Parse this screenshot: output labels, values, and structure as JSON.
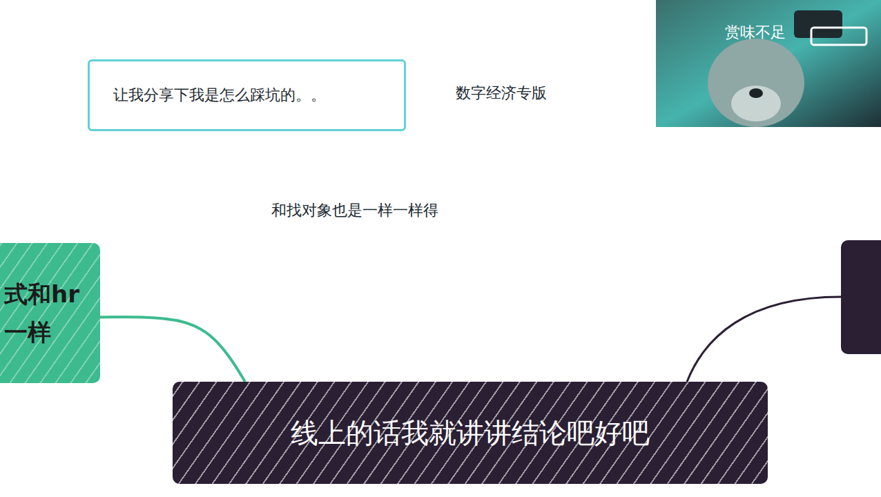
{
  "diagram": {
    "nodes": [
      {
        "text": [
          "让我分享下我是怎么踩坑的。。"
        ]
      },
      {
        "text": [
          "式和hr 一样"
        ]
      },
      {
        "text": [
          "线上的话我就讲讲结论吧好吧"
        ]
      }
    ],
    "edges": [
      {
        "from": 1,
        "to": 2,
        "arrow": "none"
      }
    ],
    "labels": [
      "数字经济专版",
      "和找对象也是一样一样得",
      "赏味不足"
    ]
  }
}
